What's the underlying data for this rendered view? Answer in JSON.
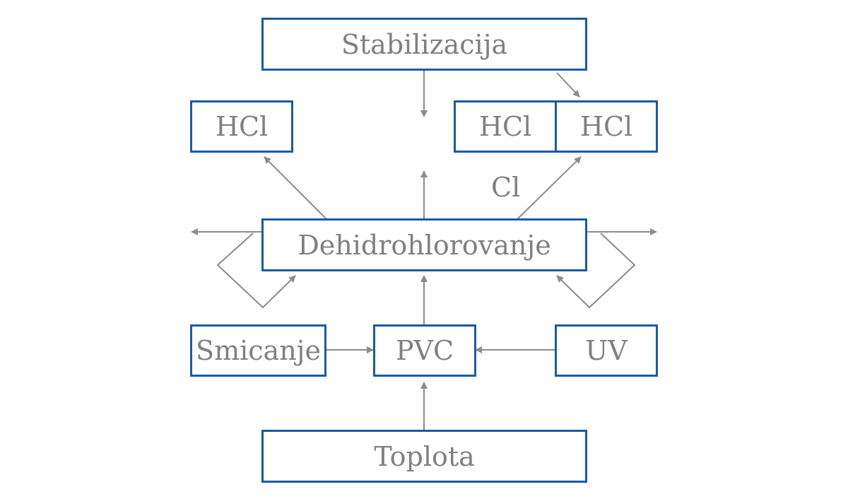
{
  "nodes": {
    "stabilizacija": "Stabilizacija",
    "hcl_left": "HCl",
    "hcl_right_a": "HCl",
    "hcl_right_b": "HCl",
    "dehidrohlorovanje": "Dehidrohlorovanje",
    "smicanje": "Smicanje",
    "pvc": "PVC",
    "uv": "UV",
    "toplota": "Toplota"
  },
  "labels": {
    "cl": "Cl"
  },
  "colors": {
    "box_border": "#1c5aa3",
    "text": "#808083",
    "arrow": "#8c8c8c"
  }
}
